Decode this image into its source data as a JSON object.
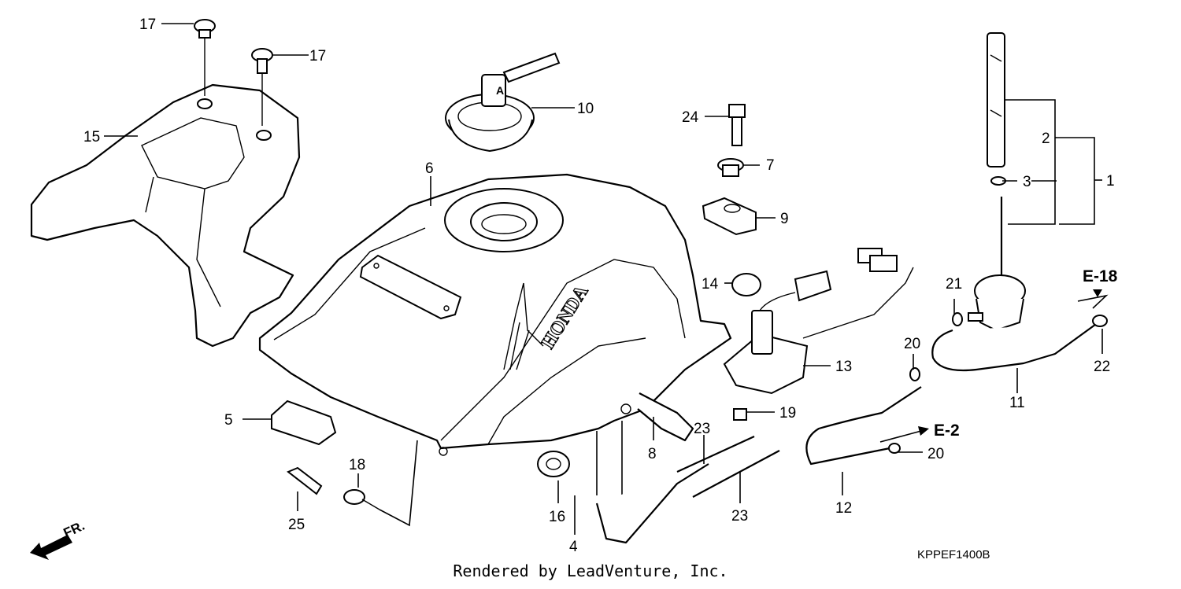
{
  "callouts": [
    "1",
    "2",
    "3",
    "4",
    "5",
    "6",
    "7",
    "8",
    "9",
    "10",
    "11",
    "12",
    "13",
    "14",
    "15",
    "16",
    "17",
    "17",
    "18",
    "19",
    "20",
    "20",
    "21",
    "22",
    "23",
    "23",
    "24",
    "25"
  ],
  "references": {
    "e18": "E-18",
    "e2": "E-2"
  },
  "direction_label": "FR.",
  "tank_logo": "HONDA",
  "diagram_code": "KPPEF1400B",
  "credit": "Rendered by LeadVenture, Inc."
}
